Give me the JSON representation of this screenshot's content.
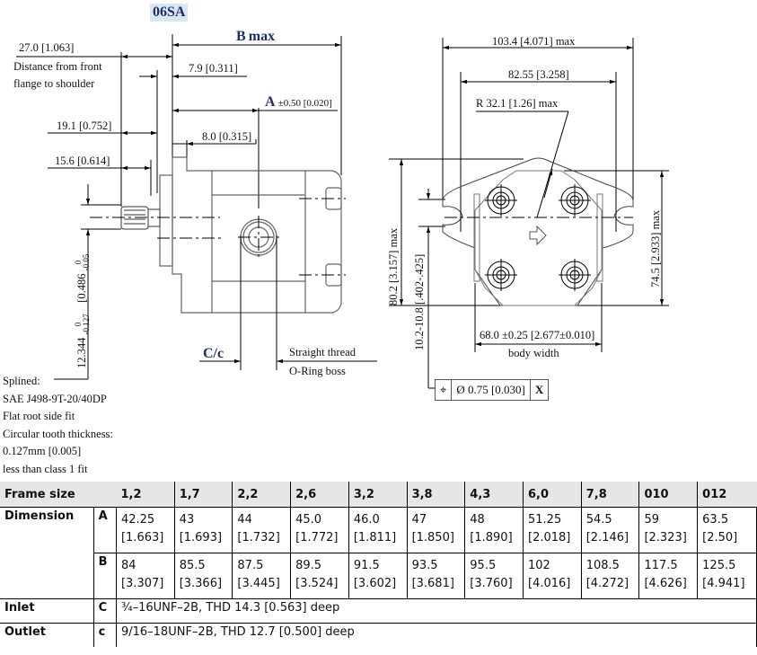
{
  "header": {
    "model_badge": "06SA"
  },
  "side_view": {
    "b_max_label": "B",
    "b_max_suffix": "max",
    "dim_27": "27.0 [1.063]",
    "dim_27_note_line1": "Distance from front",
    "dim_27_note_line2": "flange to shoulder",
    "dim_7_9": "7.9 [0.311]",
    "a_label": "A",
    "a_tolerance": "±0.50 [0.020]",
    "dim_19_1": "19.1 [0.752]",
    "dim_8_0": "8.0 [0.315]",
    "dim_15_6": "15.6 [0.614]",
    "shaft_dia_main": "12.344",
    "shaft_dia_tol_upper": "0",
    "shaft_dia_tol_lower": "-0.127",
    "shaft_dia_inch": "[0.486",
    "shaft_dia_inch_tol_upper": "0",
    "shaft_dia_inch_tol_lower": "-0.05",
    "port_label": "C/c",
    "port_note_line1": "Straight thread",
    "port_note_line2": "O-Ring boss",
    "spline_notes": [
      "Splined:",
      "SAE J498-9T-20/40DP",
      "Flat root side fit",
      "Circular tooth thickness:",
      "0.127mm [0.005]",
      "less than class 1 fit"
    ]
  },
  "front_view": {
    "dim_overall_width": "103.4 [4.071] max",
    "dim_bolt_spacing": "82.55 [3.258]",
    "dim_radius": "R 32.1 [1.26] max",
    "dim_height_max": "80.2 [3.157] max",
    "dim_slot": "10.2-10.8 [.402-.425]",
    "dim_body_height": "74.5 [2.933] max",
    "dim_body_width": "68.0 ±0.25 [2.677±0.010]",
    "body_width_label": "body width",
    "fcf_symbol": "⌖",
    "fcf_tolerance": "Ø 0.75 [0.030]",
    "fcf_datum": "X"
  },
  "table": {
    "frame_size_label": "Frame size",
    "frame_sizes": [
      "1,2",
      "1,7",
      "2,2",
      "2,6",
      "3,2",
      "3,8",
      "4,3",
      "6,0",
      "7,8",
      "010",
      "012"
    ],
    "dimension_label": "Dimension",
    "rows": [
      {
        "key": "A",
        "values": [
          [
            "42.25",
            "[1.663]"
          ],
          [
            "43",
            "[1.693]"
          ],
          [
            "44",
            "[1.732]"
          ],
          [
            "45.0",
            "[1.772]"
          ],
          [
            "46.0",
            "[1.811]"
          ],
          [
            "47",
            "[1.850]"
          ],
          [
            "48",
            "[1.890]"
          ],
          [
            "51.25",
            "[2.018]"
          ],
          [
            "54.5",
            "[2.146]"
          ],
          [
            "59",
            "[2.323]"
          ],
          [
            "63.5",
            "[2.50]"
          ]
        ]
      },
      {
        "key": "B",
        "values": [
          [
            "84",
            "[3.307]"
          ],
          [
            "85.5",
            "[3.366]"
          ],
          [
            "87.5",
            "[3.445]"
          ],
          [
            "89.5",
            "[3.524]"
          ],
          [
            "91.5",
            "[3.602]"
          ],
          [
            "93.5",
            "[3.681]"
          ],
          [
            "95.5",
            "[3.760]"
          ],
          [
            "102",
            "[4.016]"
          ],
          [
            "108.5",
            "[4.272]"
          ],
          [
            "117.5",
            "[4.626]"
          ],
          [
            "125.5",
            "[4.941]"
          ]
        ]
      }
    ],
    "inlet_label": "Inlet",
    "inlet_key": "C",
    "inlet_value": "¾–16UNF–2B, THD 14.3 [0.563] deep",
    "outlet_label": "Outlet",
    "outlet_key": "c",
    "outlet_value": "9/16–18UNF–2B, THD 12.7 [0.500] deep"
  }
}
